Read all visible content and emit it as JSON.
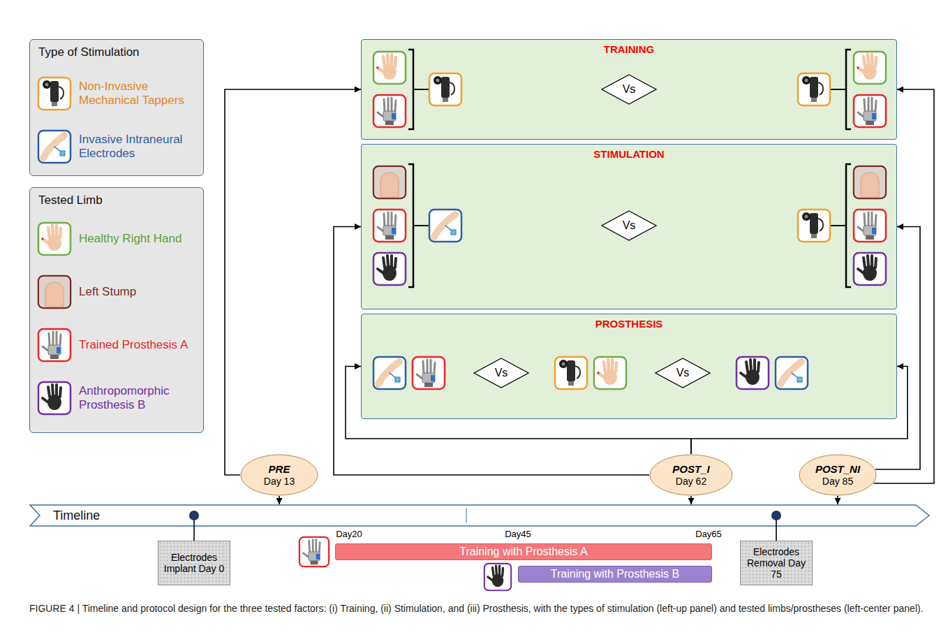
{
  "diagram": {
    "caption": "FIGURE 4 | Timeline and protocol design for the three tested factors: (i) Training, (ii) Stimulation, and (iii) Prosthesis, with the types of stimulation (left-up panel) and tested limbs/prostheses (left-center panel).",
    "nodes": [
      {
        "text": [
          "Type of Stimulation"
        ]
      },
      {
        "text": [
          "Non-Invasive Mechanical Tappers"
        ],
        "in": 0
      },
      {
        "text": [
          "Invasive Intraneural Electrodes"
        ],
        "in": 0
      },
      {
        "text": [
          "Tested Limb"
        ]
      },
      {
        "text": [
          "Healthy Right Hand"
        ],
        "in": 3
      },
      {
        "text": [
          "Left Stump"
        ],
        "in": 3
      },
      {
        "text": [
          "Trained Prosthesis A"
        ],
        "in": 3
      },
      {
        "text": [
          "Anthropomorphic Prosthesis B"
        ],
        "in": 3
      },
      {
        "text": [
          "TRAINING"
        ]
      },
      {
        "text": [
          "Vs"
        ],
        "in": 8
      },
      {
        "text": [
          "STIMULATION"
        ]
      },
      {
        "text": [
          "Vs"
        ],
        "in": 10
      },
      {
        "text": [
          "PROSTHESIS"
        ]
      },
      {
        "text": [
          "Vs"
        ],
        "in": 12
      },
      {
        "text": [
          "Vs"
        ],
        "in": 12
      },
      {
        "text": [
          "PRE",
          "Day 13"
        ]
      },
      {
        "text": [
          "POST_I",
          "Day 62"
        ]
      },
      {
        "text": [
          "POST_NI",
          "Day 85"
        ]
      },
      {
        "text": [
          "Timeline"
        ]
      },
      {
        "text": [
          "Electrodes Implant Day 0"
        ]
      },
      {
        "text": [
          "Training with Prosthesis A"
        ]
      },
      {
        "text": [
          "Training with Prosthesis B"
        ]
      },
      {
        "text": [
          "Electrodes Removal Day 75"
        ]
      }
    ],
    "edges": [
      {
        "from": 15,
        "to": 8,
        "arrow": "to"
      },
      {
        "from": 16,
        "to": 10,
        "arrow": "to"
      },
      {
        "from": 16,
        "to": 12,
        "arrow": "to"
      },
      {
        "from": 16,
        "to": 12,
        "arrow": "to"
      },
      {
        "from": 17,
        "to": 10,
        "arrow": "to"
      },
      {
        "from": 17,
        "to": 8,
        "arrow": "to"
      },
      {
        "from": 15,
        "to": 18,
        "arrow": "to"
      },
      {
        "from": 16,
        "to": 18,
        "arrow": "to"
      },
      {
        "from": 17,
        "to": 18,
        "arrow": "to"
      },
      {
        "from": 18,
        "to": 19,
        "arrow": "none"
      },
      {
        "from": 18,
        "to": 22,
        "arrow": "none"
      }
    ],
    "labels": [
      "Day20",
      "Day45",
      "Day65"
    ]
  }
}
